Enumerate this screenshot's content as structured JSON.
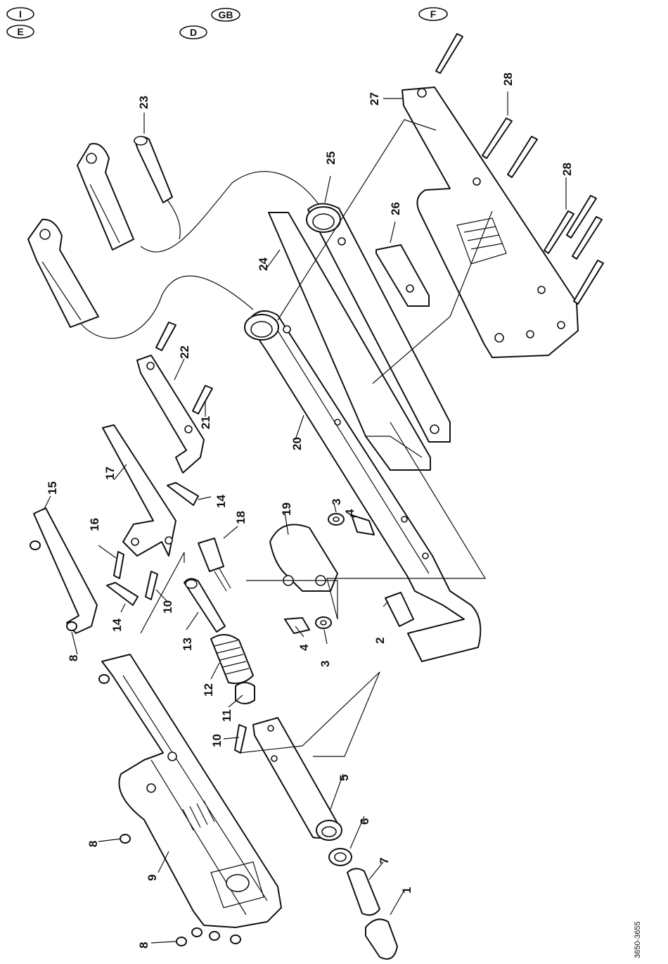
{
  "languages": [
    "I",
    "GB",
    "F",
    "E",
    "D"
  ],
  "part_numbers": [
    "1",
    "2",
    "3",
    "3",
    "4",
    "4",
    "5",
    "6",
    "7",
    "8",
    "8",
    "8",
    "9",
    "10",
    "10",
    "11",
    "12",
    "13",
    "14",
    "14",
    "15",
    "16",
    "17",
    "18",
    "19",
    "20",
    "21",
    "22",
    "23",
    "24",
    "25",
    "26",
    "27",
    "28",
    "28"
  ],
  "drawing_code": "3650-3655"
}
